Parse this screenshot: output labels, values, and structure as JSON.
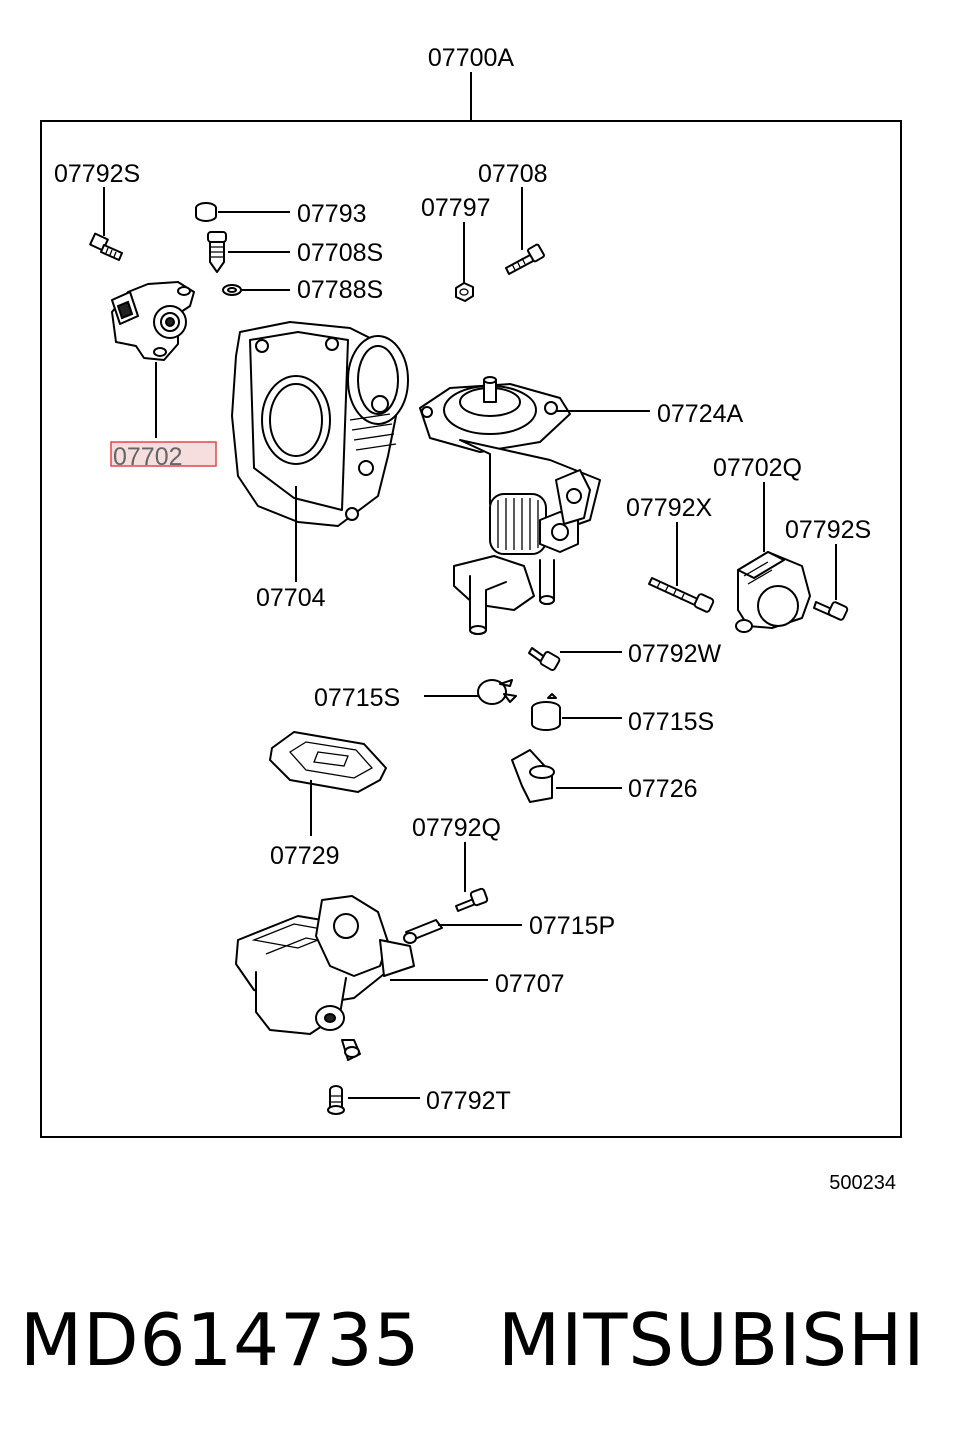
{
  "diagram": {
    "assembly_label": "07700A",
    "image_code": "500234",
    "labels": {
      "l07792S_top": "07792S",
      "l07793": "07793",
      "l07708S": "07708S",
      "l07788S": "07788S",
      "l07708": "07708",
      "l07797": "07797",
      "l07702": "07702",
      "l07724A": "07724A",
      "l07702Q": "07702Q",
      "l07792X": "07792X",
      "l07792S_right": "07792S",
      "l07704": "07704",
      "l07792W": "07792W",
      "l07715S_left": "07715S",
      "l07715S_right": "07715S",
      "l07726": "07726",
      "l07729": "07729",
      "l07792Q": "07792Q",
      "l07715P": "07715P",
      "l07707": "07707",
      "l07792T": "07792T"
    },
    "highlighted_label": "07702"
  },
  "caption": {
    "part_number": "MD614735",
    "brand": "MITSUBISHI"
  }
}
